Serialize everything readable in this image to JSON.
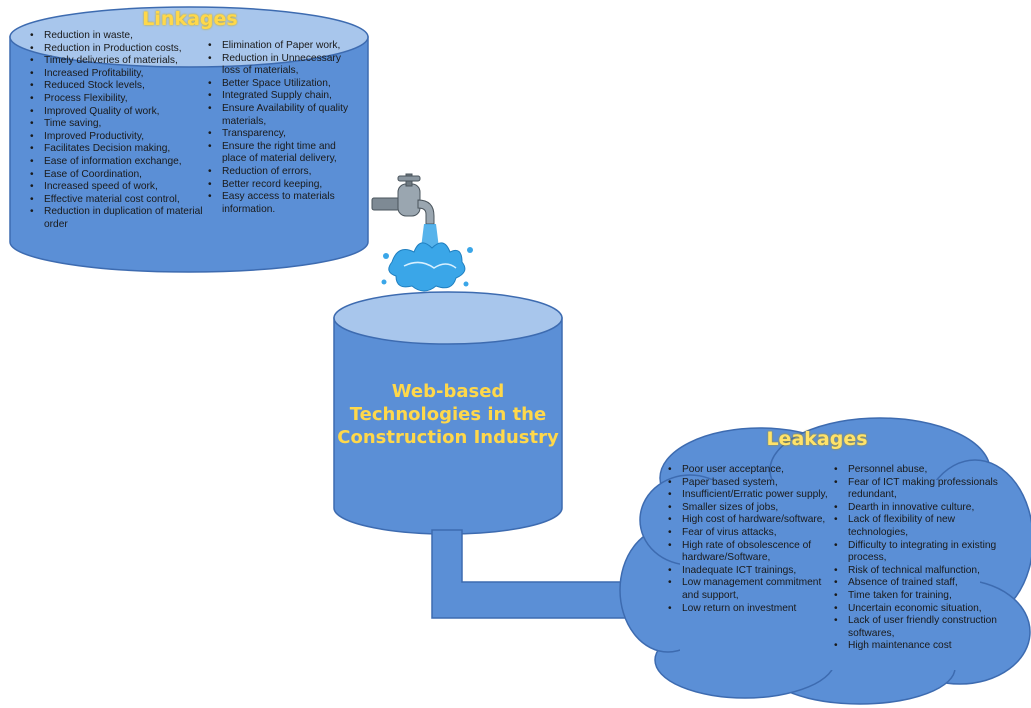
{
  "linkages": {
    "title": "Linkages",
    "left_items": [
      "Reduction in waste,",
      "Reduction in Production costs,",
      "Timely deliveries of materials,",
      "Increased Profitability,",
      "Reduced Stock levels,",
      "Process Flexibility,",
      "Improved Quality of work,",
      "Time saving,",
      "Improved Productivity,",
      "Facilitates Decision making,",
      "Ease of information exchange,",
      " Ease of Coordination,",
      "Increased speed of work,",
      "Effective material cost control,",
      "Reduction in duplication of material order"
    ],
    "right_items": [
      "Elimination of Paper work,",
      "Reduction in Unnecessary loss of materials,",
      "Better Space Utilization,",
      "Integrated Supply chain,",
      "Ensure Availability of quality materials,",
      "Transparency,",
      "Ensure the right time and place of material delivery,",
      "Reduction of errors,",
      "Better record keeping,",
      "Easy access to materials information."
    ]
  },
  "central": {
    "lines": [
      "Web-based",
      "Technologies in the",
      "Construction Industry"
    ]
  },
  "leakages": {
    "title": "Leakages",
    "left_items": [
      "Poor user acceptance,",
      "Paper based system,",
      "Insufficient/Erratic power supply,",
      "Smaller sizes of jobs,",
      "High cost of hardware/software,",
      "Fear of virus attacks,",
      "High rate of obsolescence of hardware/Software,",
      "Inadequate ICT trainings,",
      "Low management commitment and support,",
      "Low return on investment"
    ],
    "right_items": [
      "Personnel abuse,",
      "Fear of ICT making professionals redundant,",
      "Dearth in innovative culture,",
      "Lack of flexibility of new technologies,",
      "Difficulty to integrating in existing process,",
      "Risk of technical malfunction,",
      "Absence of trained staff,",
      "Time taken for training,",
      "Uncertain economic situation,",
      "Lack of user friendly construction softwares,",
      "High maintenance cost"
    ]
  },
  "colors": {
    "cylinder_body": "#5b8fd6",
    "cylinder_top": "#a8c6ec",
    "outline": "#3d6bb0",
    "title_yellow": "#ffd84a",
    "cloud": "#5b8fd6",
    "water": "#3aa6e8"
  },
  "icons": {
    "tap": "water-tap-icon",
    "splash": "water-splash-icon"
  }
}
